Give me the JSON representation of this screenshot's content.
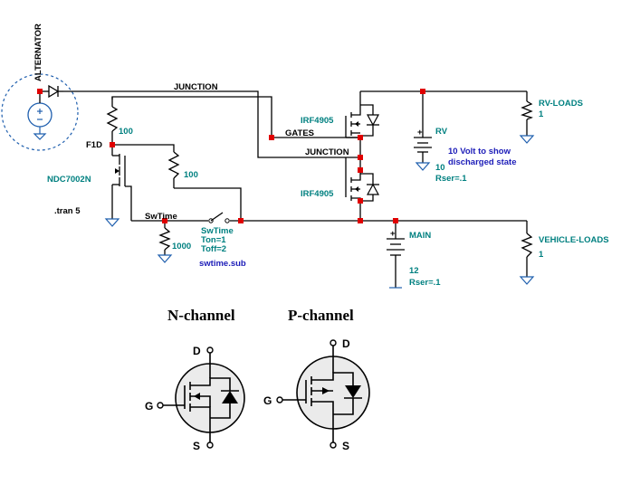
{
  "labels": {
    "alternator": "ALTERNATOR",
    "junction_top": "JUNCTION",
    "junction_mid": "JUNCTION",
    "gates": "GATES",
    "r_top": "100",
    "r_mid": "100",
    "r_bottom": "1000",
    "f1d": "F1D",
    "ndc": "NDC7002N",
    "tran": ".tran 5",
    "swtime_top": "SwTime",
    "swtime": "SwTime",
    "ton": "Ton=1",
    "toff": "Toff=2",
    "swtime_sub": "swtime.sub",
    "irf_top": "IRF4905",
    "irf_bottom": "IRF4905",
    "rv": "RV",
    "rv_value": "10",
    "rv_rser": "Rser=.1",
    "rv_note_1": "10 Volt to show",
    "rv_note_2": "discharged state",
    "main": "MAIN",
    "main_value": "12",
    "main_rser": "Rser=.1",
    "rv_loads": "RV-LOADS",
    "rv_loads_value": "1",
    "vehicle_loads": "VEHICLE-LOADS",
    "vehicle_loads_value": "1"
  },
  "legend": {
    "n_title": "N-channel",
    "p_title": "P-channel",
    "n_d": "D",
    "n_g": "G",
    "n_s": "S",
    "p_d": "D",
    "p_g": "G",
    "p_s": "S"
  }
}
